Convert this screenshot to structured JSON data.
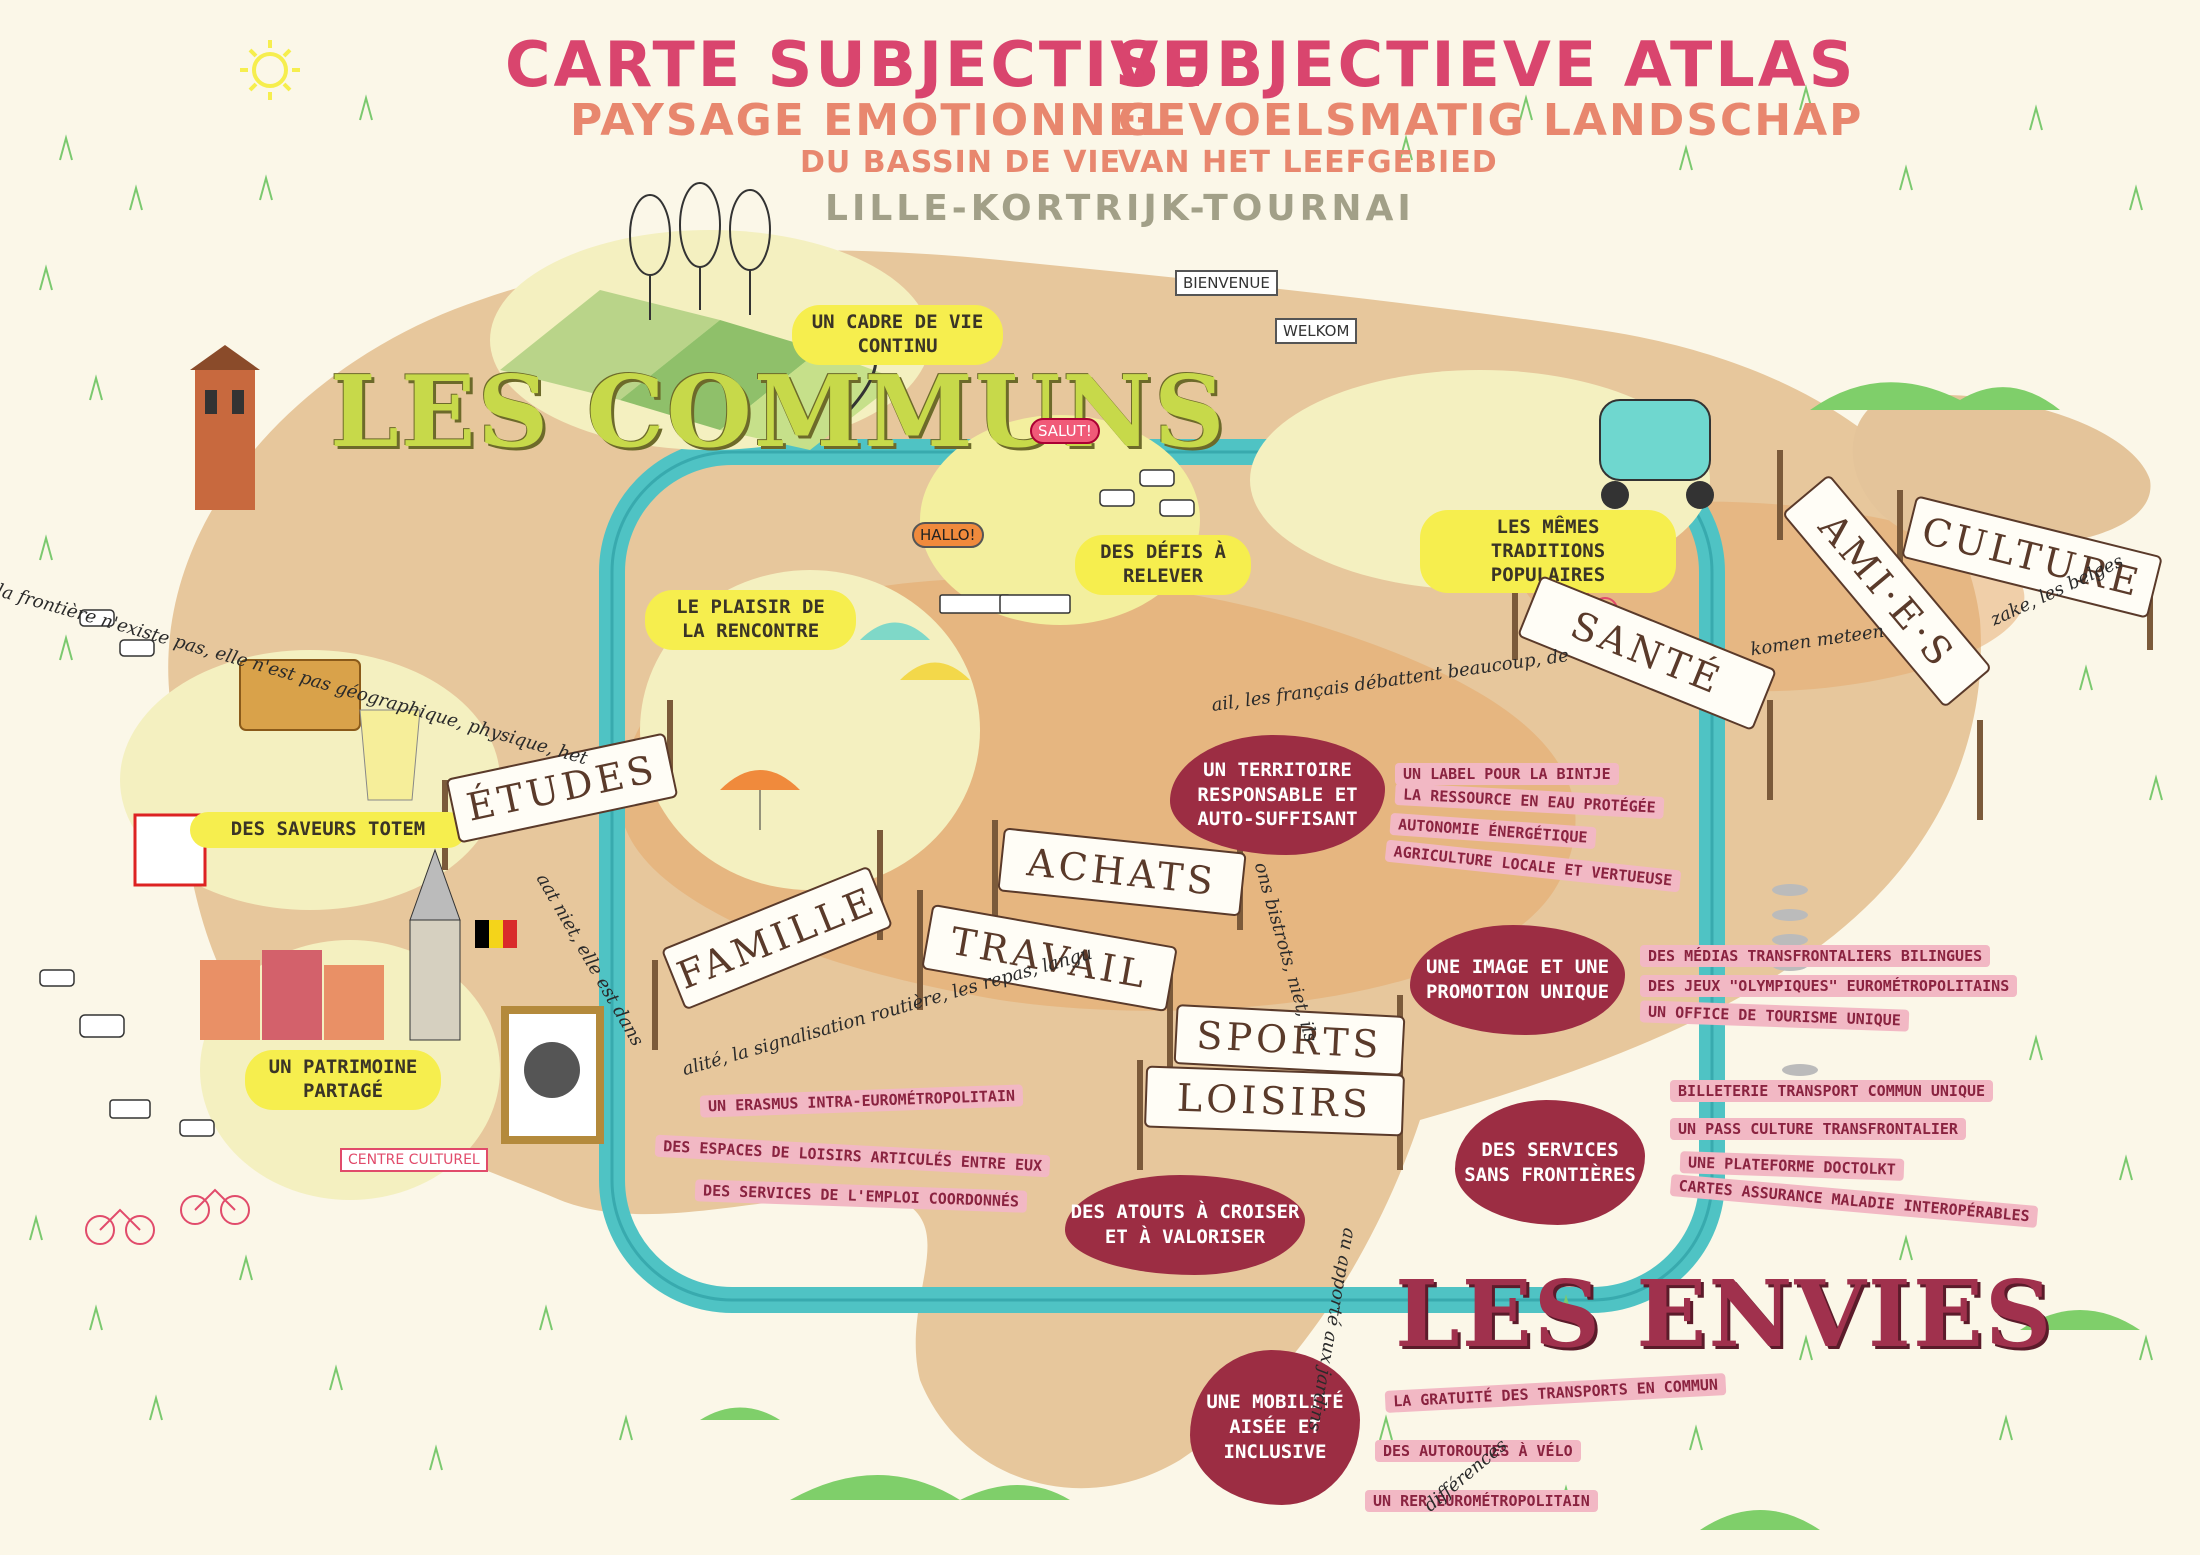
{
  "header": {
    "title_fr": "CARTE SUBJECTIVE",
    "title_nl": "SUBJECTIEVE ATLAS",
    "subtitle_fr": "PAYSAGE EMOTIONNEL",
    "subtitle_nl": "GEVOELSMATIG LANDSCHAP",
    "sub2_fr": "DU BASSIN DE VIE",
    "sub2_nl": "VAN HET LEEFGEBIED",
    "place": "LILLE-KORTRIJK-TOURNAI"
  },
  "sections": {
    "commons": "LES COMMUNS",
    "wishes": "LES ENVIES"
  },
  "commons_labels": [
    {
      "id": "cadre",
      "text": "UN CADRE DE VIE CONTINU"
    },
    {
      "id": "defis",
      "text": "DES DÉFIS À RELEVER"
    },
    {
      "id": "traditions",
      "text": "LES MÊMES TRADITIONS POPULAIRES"
    },
    {
      "id": "plaisir",
      "text": "LE PLAISIR DE LA RENCONTRE"
    },
    {
      "id": "saveurs",
      "text": "DES SAVEURS TOTEM"
    },
    {
      "id": "patrimoine",
      "text": "UN PATRIMOINE PARTAGÉ"
    }
  ],
  "signs": {
    "bienvenue": "BIENVENUE",
    "welkom": "WELKOM",
    "salut": "SALUT!",
    "hallo": "HALLO!",
    "centre": "CENTRE CULTUREL"
  },
  "banners": {
    "etudes": "ÉTUDES",
    "famille": "FAMILLE",
    "achats": "ACHATS",
    "travail": "TRAVAIL",
    "sports": "SPORTS",
    "loisirs": "LOISIRS",
    "sante": "SANTÉ",
    "amis": "AMI·E·S",
    "culture": "CULTURE"
  },
  "themes": [
    {
      "id": "territoire",
      "text": "UN TERRITOIRE RESPONSABLE ET AUTO-SUFFISANT",
      "items": [
        "UN LABEL POUR LA BINTJE",
        "LA RESSOURCE EN EAU PROTÉGÉE",
        "AUTONOMIE ÉNERGÉTIQUE",
        "AGRICULTURE LOCALE ET VERTUEUSE"
      ]
    },
    {
      "id": "image",
      "text": "UNE IMAGE ET UNE PROMOTION UNIQUE",
      "items": [
        "DES MÉDIAS TRANSFRONTALIERS BILINGUES",
        "DES JEUX \"OLYMPIQUES\" EUROMÉTROPOLITAINS",
        "UN OFFICE DE TOURISME UNIQUE"
      ]
    },
    {
      "id": "services",
      "text": "DES SERVICES SANS FRONTIÈRES",
      "items": [
        "BILLETERIE TRANSPORT COMMUN UNIQUE",
        "UN PASS CULTURE TRANSFRONTALIER",
        "UNE PLATEFORME DOCTOLKT",
        "CARTES ASSURANCE MALADIE INTEROPÉRABLES"
      ]
    },
    {
      "id": "atouts",
      "text": "DES ATOUTS À CROISER ET À VALORISER",
      "items": [
        "UN ERASMUS INTRA-EUROMÉTROPOLITAIN",
        "DES ESPACES DE LOISIRS ARTICULÉS ENTRE EUX",
        "DES SERVICES DE L'EMPLOI COORDONNÉS"
      ]
    },
    {
      "id": "mobilite",
      "text": "UNE MOBILITÉ AISÉE ET INCLUSIVE",
      "items": [
        "LA GRATUITÉ DES TRANSPORTS EN COMMUN",
        "DES AUTOROUTES À VÉLO",
        "UN RER EUROMÉTROPOLITAIN"
      ]
    }
  ],
  "script_texts": {
    "line1": "la frontière n'existe pas, elle n'est pas géographique, physique, het",
    "line2": "zake, les belges",
    "line3": "ail, les français débattent beaucoup, de",
    "line4": "komen meteen",
    "line5": "aat niet, elle est dans",
    "line6": "alité, la signalisation routière, les repas, langu",
    "line7": "ons bistrots, niet, ils",
    "line8": "au apporté aux jardins",
    "line9": "différences"
  },
  "colors": {
    "title": "#d9456e",
    "subtitle": "#e8876e",
    "place": "#a2a088",
    "commons": "#c7d94a",
    "wishes": "#a0314d",
    "theme_blob": "#9c2d43",
    "pill": "#f2b8c4",
    "ring": "#4fc3c4",
    "land": "#e4c49a",
    "label_yellow": "#f6ee4e"
  }
}
